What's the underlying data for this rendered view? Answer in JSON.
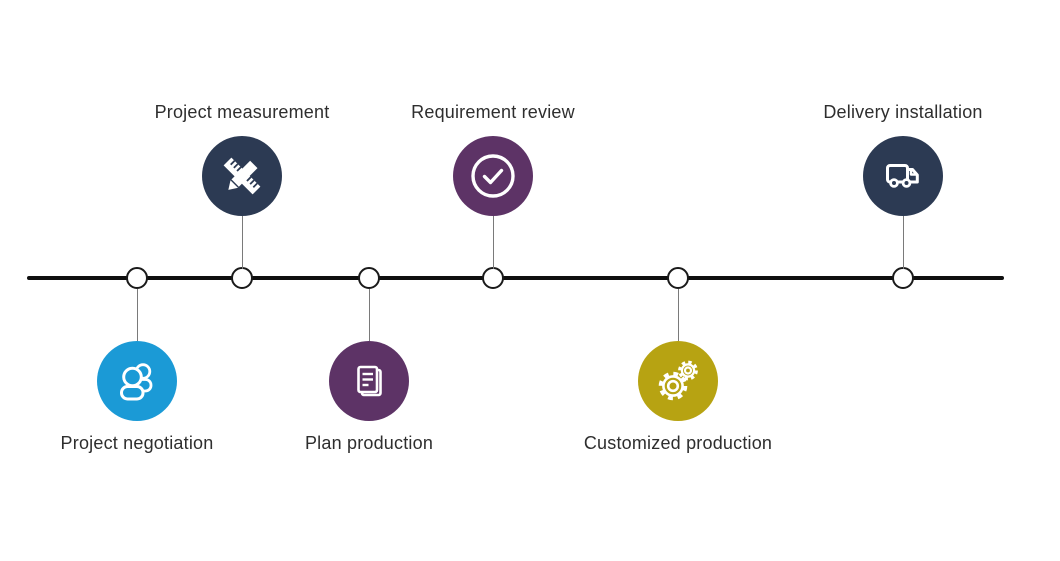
{
  "page": {
    "background": "#ffffff",
    "line_color": "#0f0f0f",
    "label_text_color": "#2e2e2e"
  },
  "timeline": {
    "type": "horizontal-process-timeline",
    "items": [
      {
        "label": "Project negotiation",
        "position": "below",
        "icon": "people-icon",
        "color": "#1B9AD6"
      },
      {
        "label": "Project measurement",
        "position": "above",
        "icon": "ruler-pencil-icon",
        "color": "#2C3A53"
      },
      {
        "label": "Plan production",
        "position": "below",
        "icon": "document-icon",
        "color": "#5D3366"
      },
      {
        "label": "Requirement review",
        "position": "above",
        "icon": "check-circle-icon",
        "color": "#5D3366"
      },
      {
        "label": "Customized production",
        "position": "below",
        "icon": "gears-icon",
        "color": "#B7A312"
      },
      {
        "label": "Delivery installation",
        "position": "above",
        "icon": "truck-icon",
        "color": "#2C3A53"
      }
    ]
  }
}
